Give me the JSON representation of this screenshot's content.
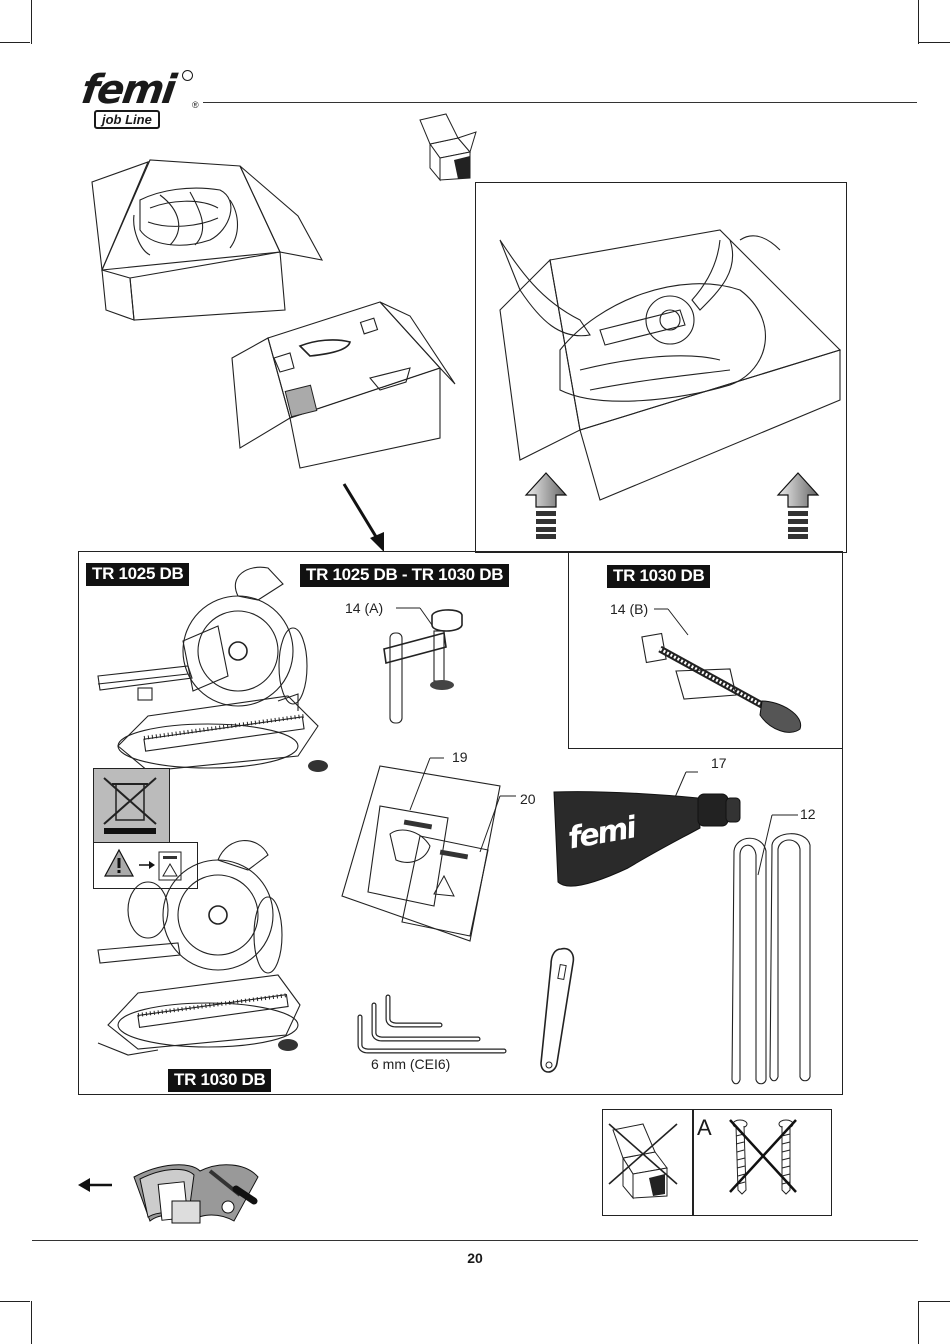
{
  "brand": {
    "logo_text": "femi",
    "sub_text": "job Line",
    "registered": "®"
  },
  "models": {
    "tr1025": "TR 1025 DB",
    "both": "TR 1025 DB - TR 1030 DB",
    "tr1030": "TR 1030 DB",
    "tr1030_bottom": "TR 1030 DB"
  },
  "callouts": {
    "clamp_a": "14 (A)",
    "clamp_b": "14 (B)",
    "manual": "19",
    "leaflet": "20",
    "dust_bag": "17",
    "extension": "12",
    "allen_key": "6 mm (CEI6)"
  },
  "bag_logo": "femi",
  "screw_box_letter": "A",
  "page_number": "20",
  "icons": [
    "open-box-icon",
    "arrow-up-icon",
    "weee-bin-icon",
    "warning-icon",
    "arrow-left-icon",
    "manual-book-icon",
    "crossed-box-icon",
    "crossed-screws-icon"
  ]
}
